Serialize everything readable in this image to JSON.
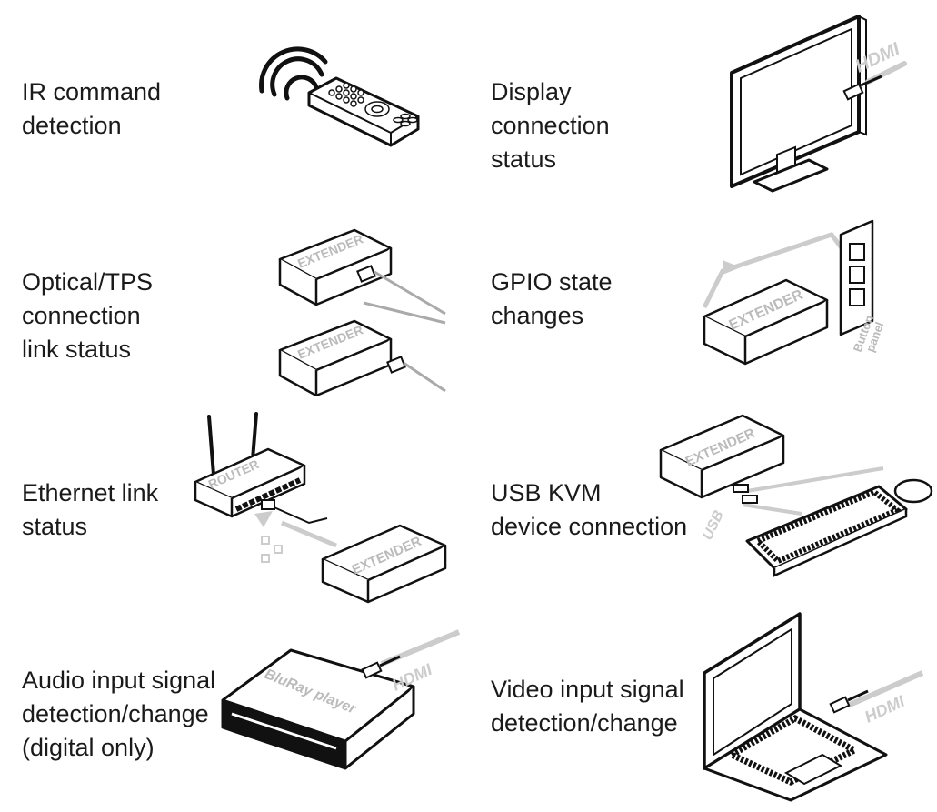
{
  "items": [
    {
      "caption": [
        "IR command",
        "detection"
      ]
    },
    {
      "caption": [
        "Display",
        "connection",
        "status"
      ],
      "label": "HDMI"
    },
    {
      "caption": [
        "Optical/TPS",
        "connection",
        "link status"
      ],
      "label": "EXTENDER"
    },
    {
      "caption": [
        "GPIO state",
        "changes"
      ],
      "label": "EXTENDER",
      "label2": [
        "Button",
        "panel"
      ]
    },
    {
      "caption": [
        "Ethernet link",
        "status"
      ],
      "label": "ROUTER",
      "label2": "EXTENDER"
    },
    {
      "caption": [
        "USB KVM",
        "device connection"
      ],
      "label": "EXTENDER",
      "label2": "USB"
    },
    {
      "caption": [
        "Audio input signal",
        "detection/change",
        "(digital only)"
      ],
      "label": "BluRay player",
      "label2": "HDMI"
    },
    {
      "caption": [
        "Video input signal",
        "detection/change"
      ],
      "label": "HDMI"
    }
  ]
}
